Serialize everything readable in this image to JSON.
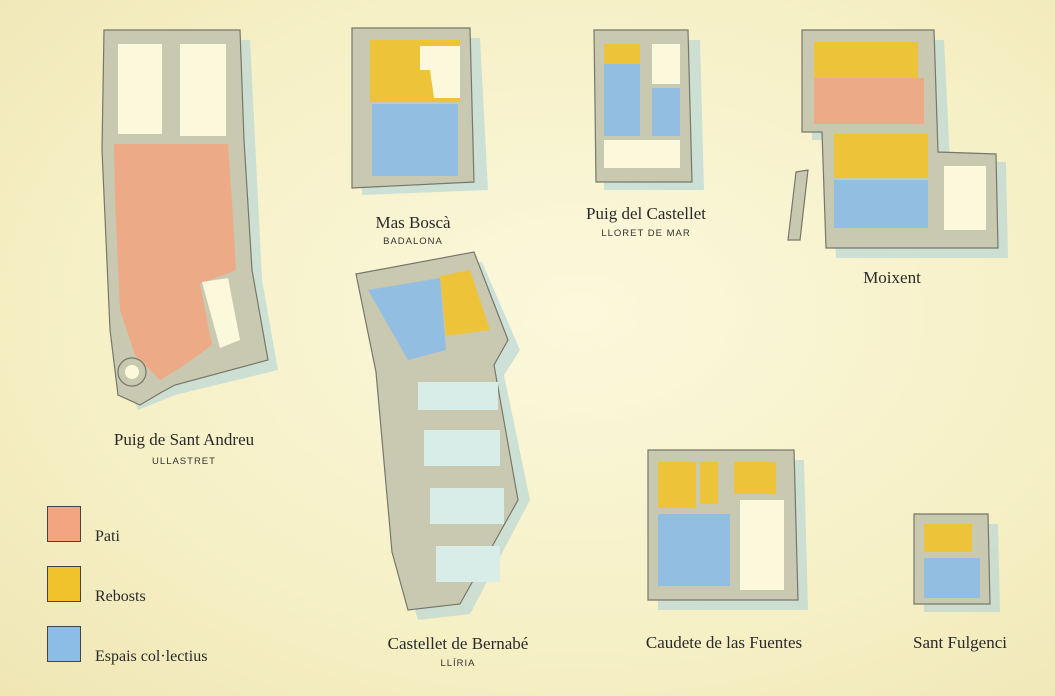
{
  "colors": {
    "pati": "#f2a57e",
    "rebosts": "#f0c22b",
    "espais": "#8cbde6",
    "wall": "#c9c9b2",
    "background": "#f8f3d2"
  },
  "plans": [
    {
      "name": "Puig de Sant Andreu",
      "subtitle": "ULLASTRET"
    },
    {
      "name": "Mas Boscà",
      "subtitle": "BADALONA"
    },
    {
      "name": "Puig del Castellet",
      "subtitle": "LLORET DE MAR"
    },
    {
      "name": "Moixent",
      "subtitle": ""
    },
    {
      "name": "Castellet de Bernabé",
      "subtitle": "LLÍRIA"
    },
    {
      "name": "Caudete de las Fuentes",
      "subtitle": ""
    },
    {
      "name": "Sant Fulgenci",
      "subtitle": ""
    }
  ],
  "legend": [
    {
      "label": "Pati",
      "color": "#f2a57e"
    },
    {
      "label": "Rebosts",
      "color": "#f0c22b"
    },
    {
      "label": "Espais col·lectius",
      "color": "#8cbde6"
    }
  ]
}
